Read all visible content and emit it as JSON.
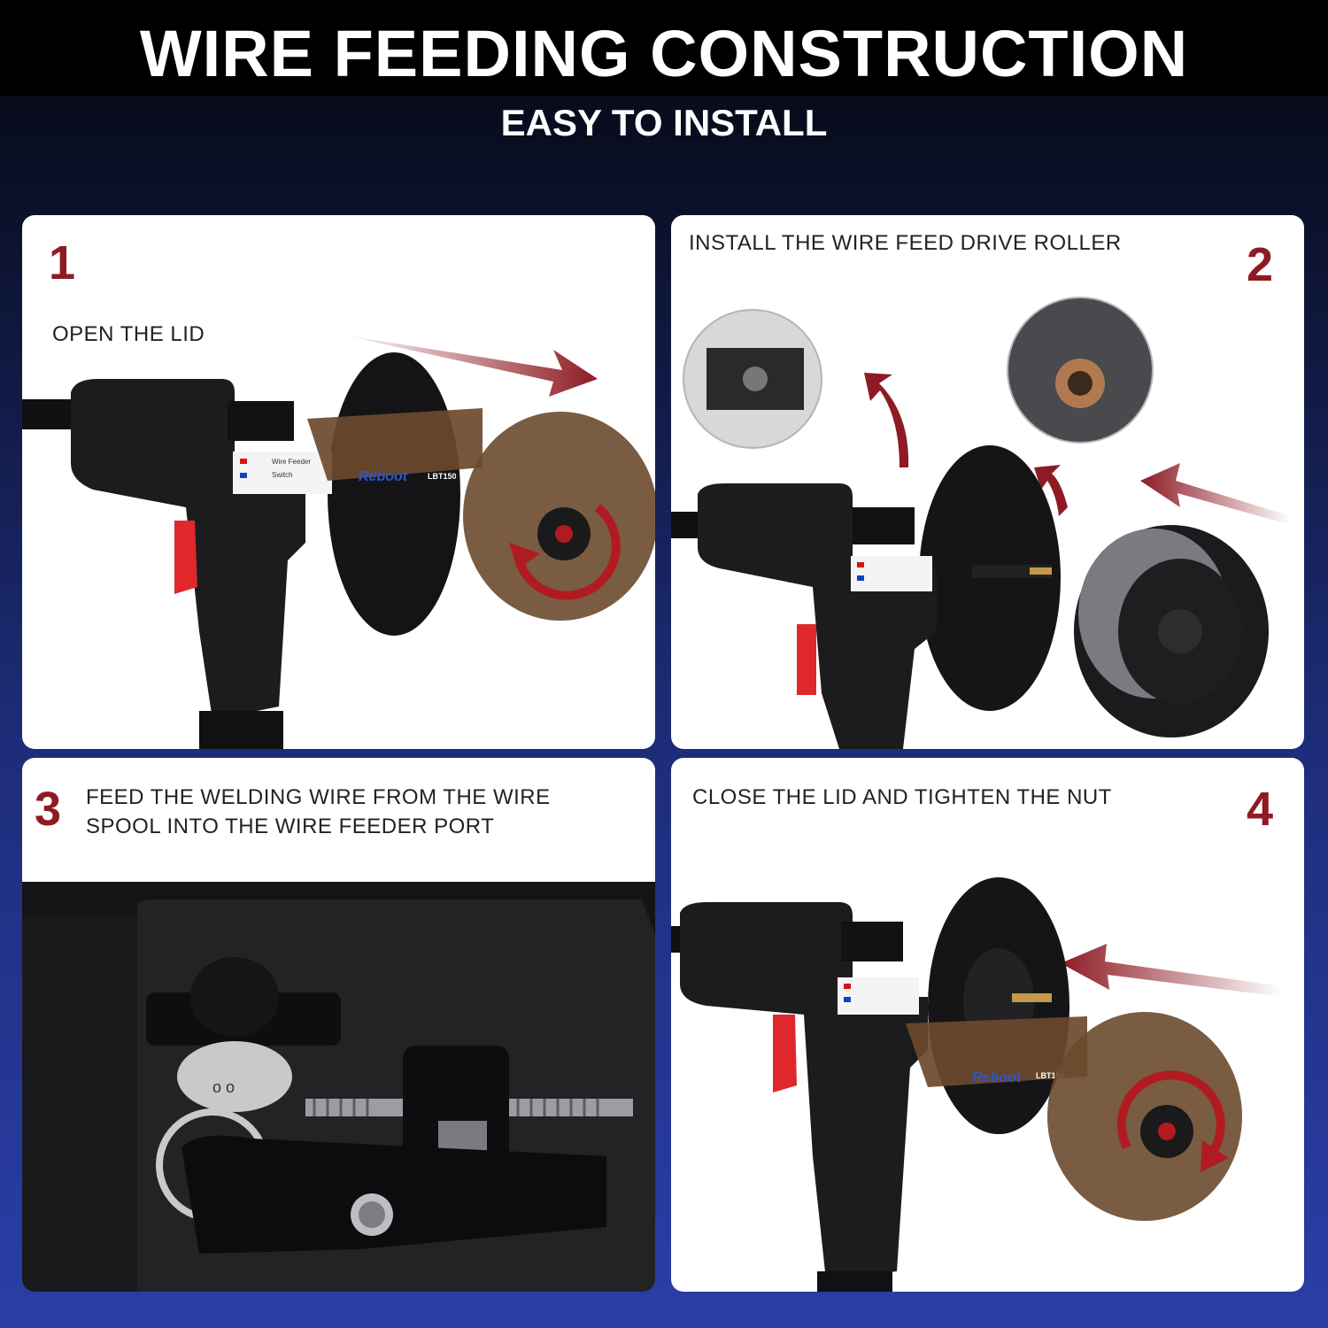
{
  "header": {
    "title": "WIRE FEEDING CONSTRUCTION",
    "subtitle": "EASY TO INSTALL"
  },
  "steps": [
    {
      "number": "1",
      "text": "OPEN THE LID"
    },
    {
      "number": "2",
      "text": "INSTALL THE WIRE FEED DRIVE ROLLER"
    },
    {
      "number": "3",
      "text": "FEED THE WELDING WIRE FROM THE WIRE\nSPOOL INTO THE WIRE FEEDER PORT"
    },
    {
      "number": "4",
      "text": "CLOSE THE LID AND TIGHTEN THE NUT"
    }
  ],
  "product": {
    "brand": "Reboot",
    "model": "LBT150",
    "label_line1": "Wire Feeder",
    "label_line2": "Switch"
  },
  "colors": {
    "accent_red": "#8e1b24",
    "trigger_red": "#e0282c",
    "gun_body": "#1c1c1e",
    "lid_amber": "#6b4a2e"
  }
}
